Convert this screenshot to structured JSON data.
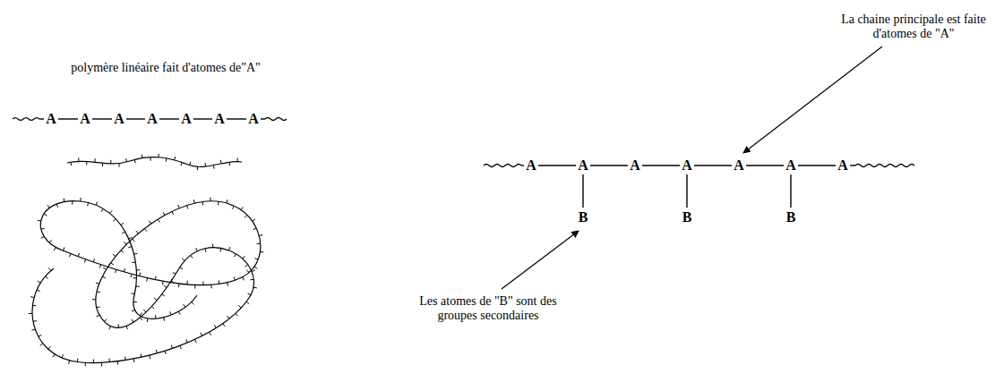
{
  "diagram": {
    "labels": [
      "polymère linéaire fait d'atomes de\"A\"",
      "A",
      "A",
      "A",
      "A",
      "A",
      "A",
      "A",
      "A",
      "A",
      "A",
      "A",
      "A",
      "A",
      "A",
      "B",
      "B",
      "B",
      "La chaine principale est faite d'atomes de \"A\"",
      "Les atomes de \"B\" sont des groupes secondaires"
    ]
  }
}
